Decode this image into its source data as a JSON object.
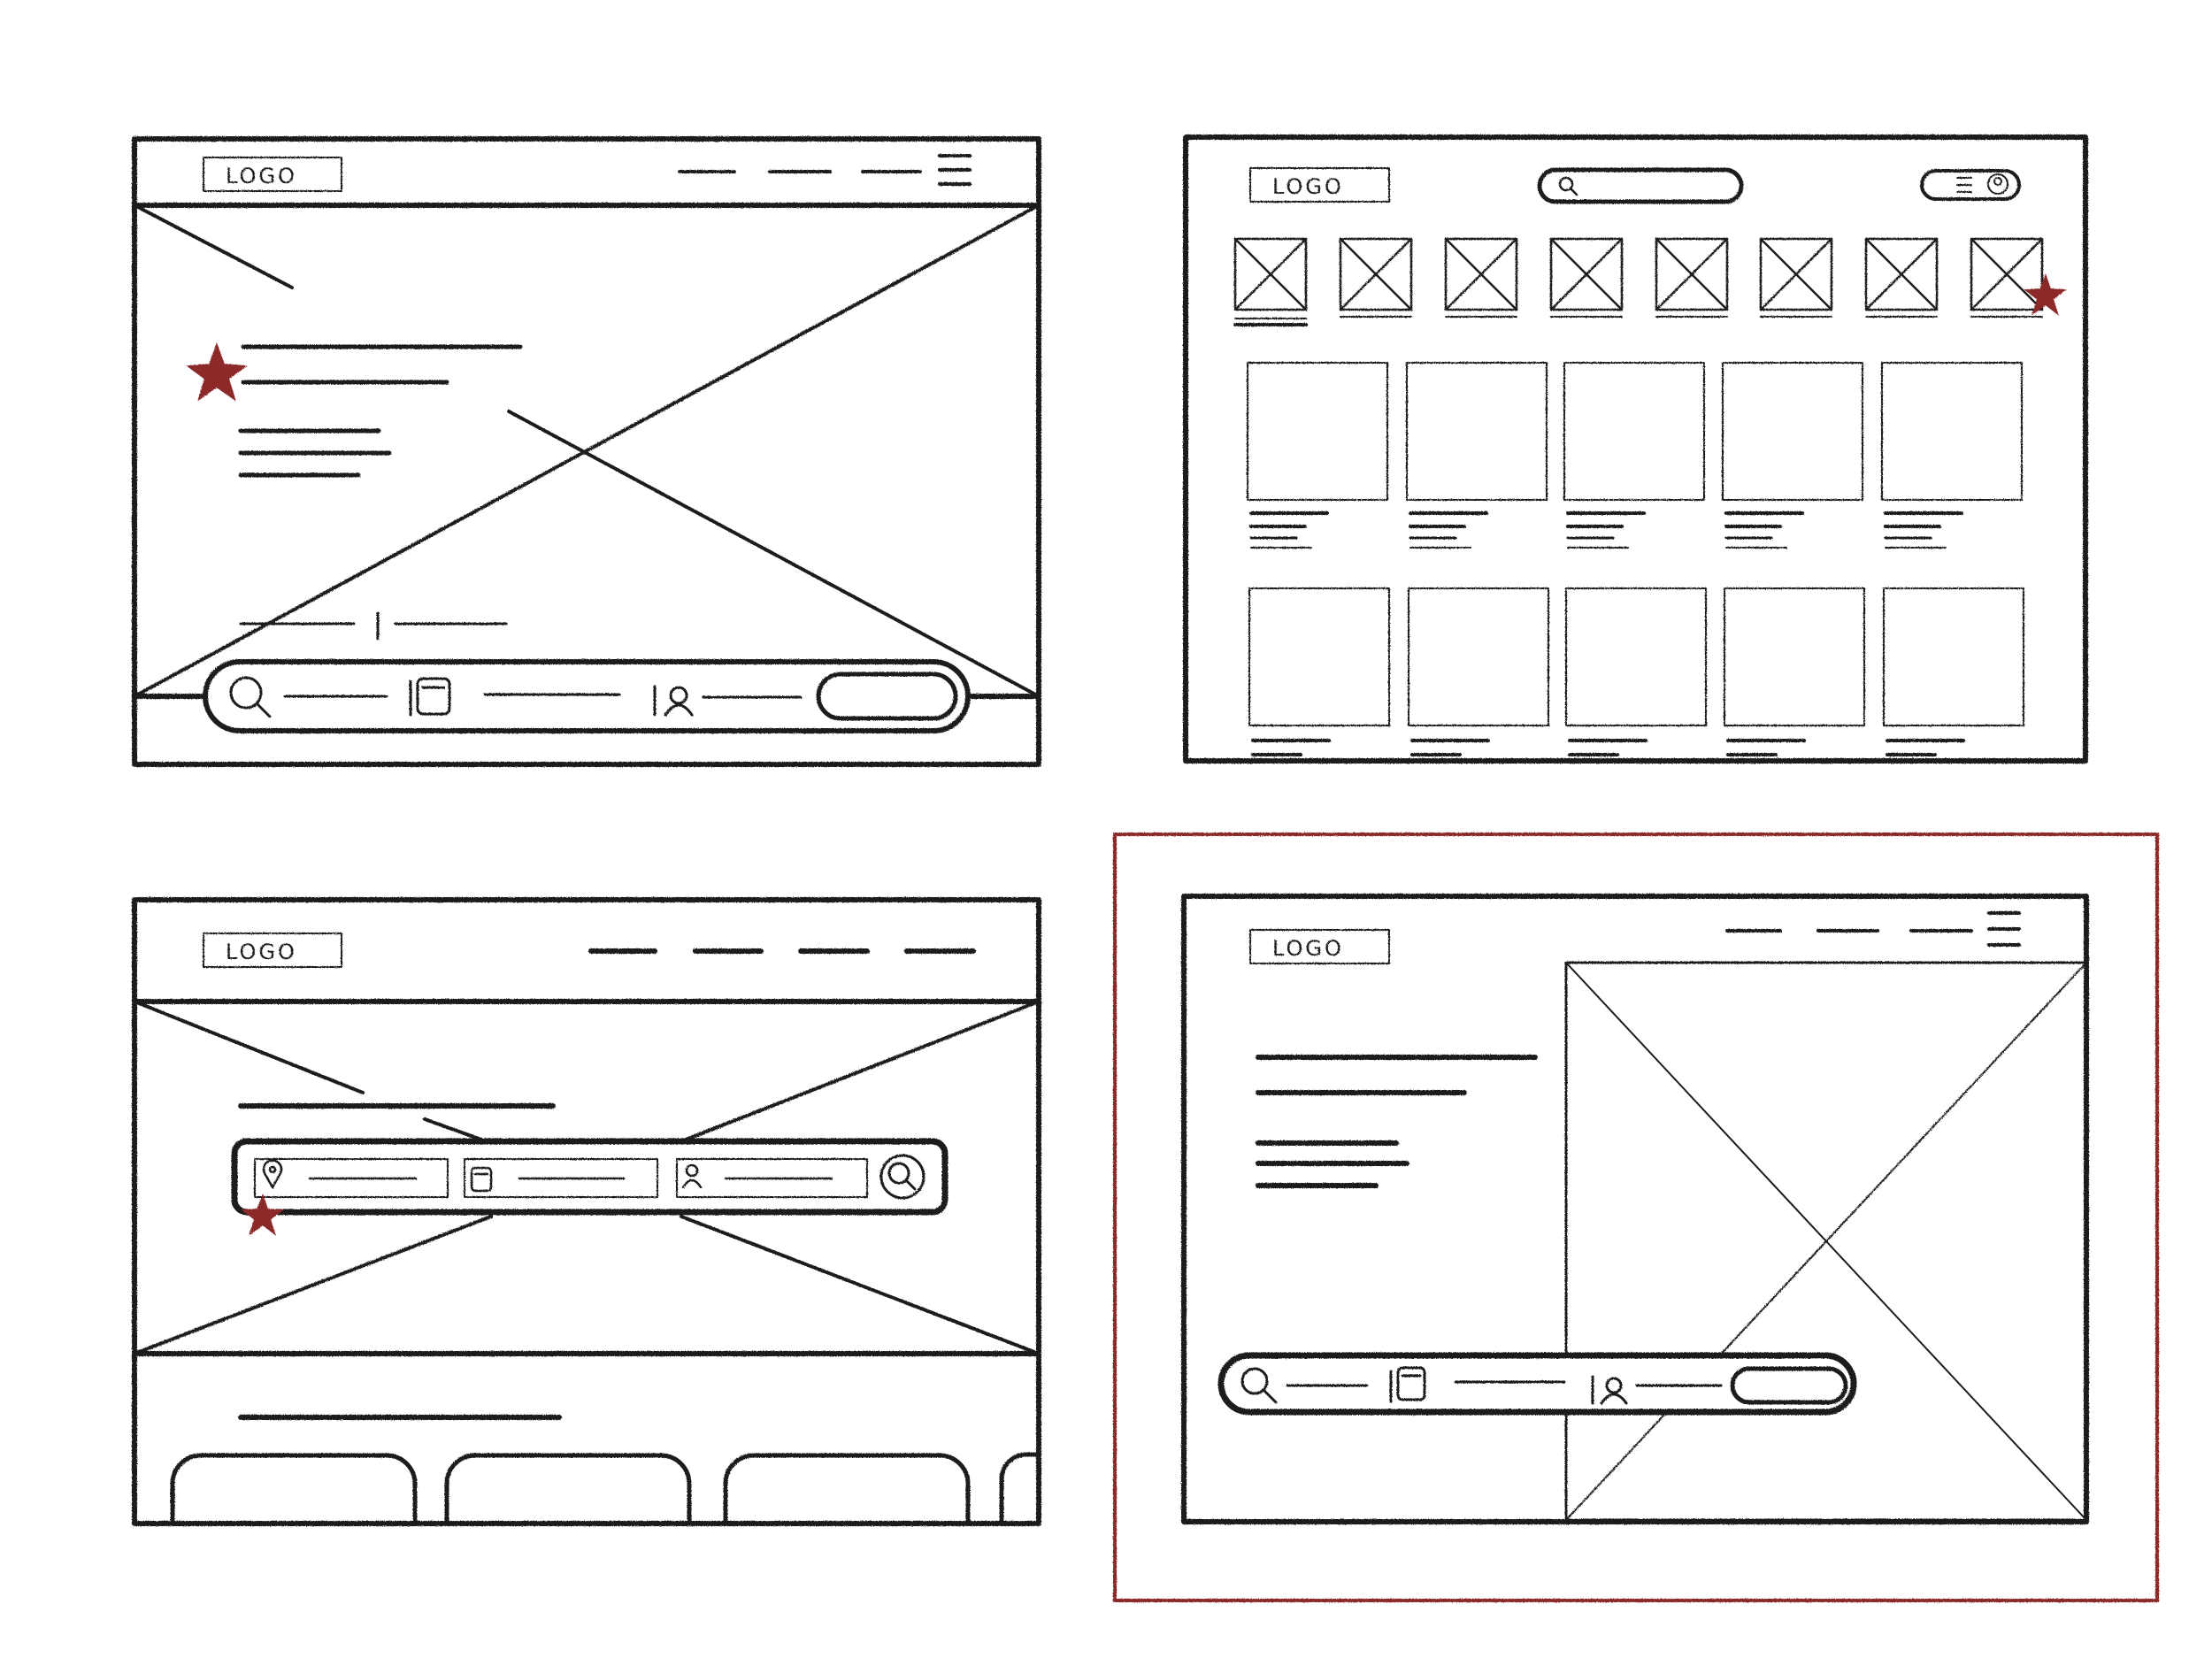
{
  "sketch": {
    "stroke_color": "#1c1c1c",
    "accent_color": "#8c2a2c",
    "background": "#ffffff"
  },
  "wireframes": {
    "hero_fullwidth": {
      "logo": "LOGO"
    },
    "category_grid": {
      "logo": "LOGO"
    },
    "hero_search_cards": {
      "logo": "LOGO"
    },
    "split_hero": {
      "logo": "LOGO",
      "highlighted": true
    }
  },
  "icons": [
    "hamburger-icon",
    "search-icon",
    "calendar-icon",
    "user-icon",
    "location-pin-icon",
    "profile-icon",
    "star-mark-icon"
  ]
}
